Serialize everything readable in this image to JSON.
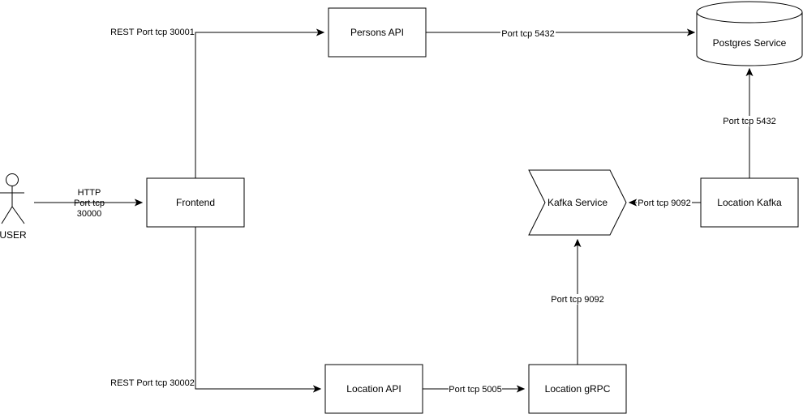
{
  "nodes": {
    "user": {
      "label": "USER"
    },
    "frontend": {
      "label": "Frontend"
    },
    "persons_api": {
      "label": "Persons API"
    },
    "postgres": {
      "label": "Postgres Service"
    },
    "kafka_service": {
      "label": "Kafka Service"
    },
    "location_kafka": {
      "label": "Location Kafka"
    },
    "location_api": {
      "label": "Location API"
    },
    "location_grpc": {
      "label": "Location gRPC"
    }
  },
  "edges": {
    "user_frontend": {
      "line1": "HTTP",
      "line2": "Port tcp",
      "line3": "30000"
    },
    "frontend_persons": {
      "label": "REST Port tcp 30001"
    },
    "persons_postgres": {
      "label": "Port tcp 5432"
    },
    "frontend_location": {
      "label": "REST Port tcp 30002"
    },
    "locapi_grpc": {
      "label": "Port tcp 5005"
    },
    "grpc_kafka": {
      "label": "Port tcp 9092"
    },
    "lockafka_kafka": {
      "label": "Port tcp 9092"
    },
    "lockafka_postgres": {
      "label": "Port tcp 5432"
    }
  }
}
